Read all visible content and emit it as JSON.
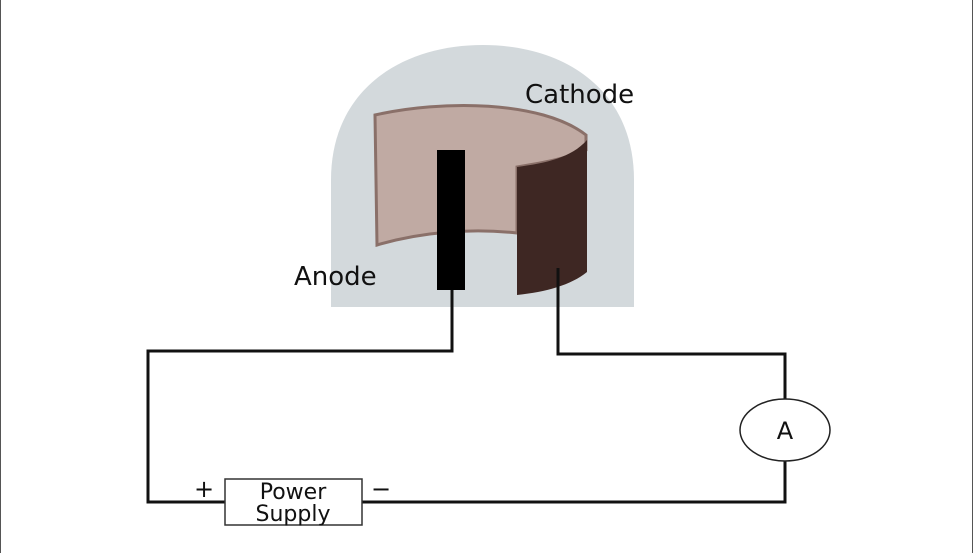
{
  "labels": {
    "cathode": "Cathode",
    "anode": "Anode",
    "ammeter": "A",
    "power_supply_line1": "Power",
    "power_supply_line2": "Supply",
    "plus": "+",
    "minus": "−"
  },
  "colors": {
    "envelope": "#d3d9dc",
    "cathode_inner": "#c0aaa3",
    "cathode_edge": "#8a7069",
    "cathode_outer": "#3e2723",
    "anode": "#000000",
    "wire": "#111111"
  }
}
